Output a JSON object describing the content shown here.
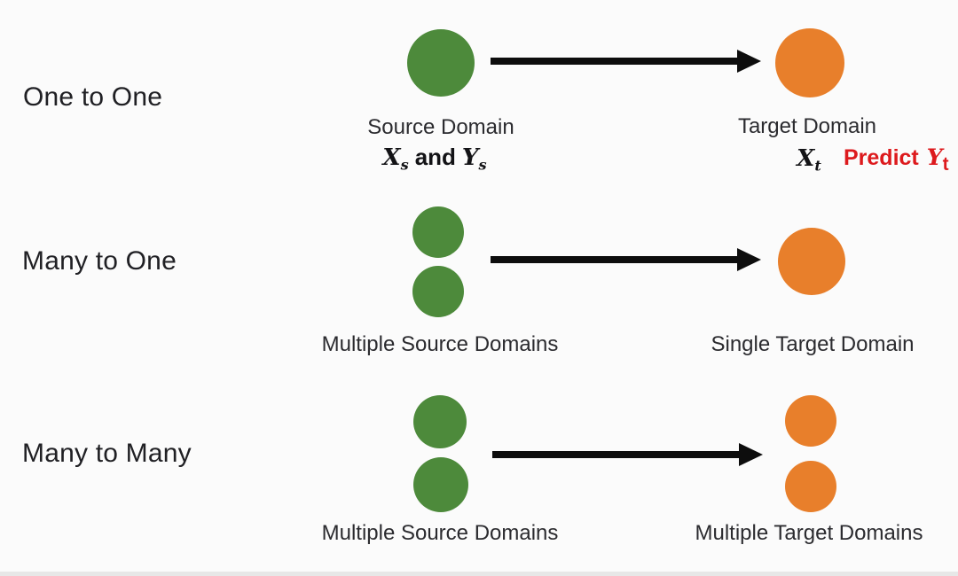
{
  "colors": {
    "source_green": "#4d8a3b",
    "target_orange": "#e87f2b",
    "accent_red": "#dd1a1d",
    "text": "#202024",
    "background": "#fbfbfb"
  },
  "rows": [
    {
      "row_label": "One to One",
      "source": {
        "label": "Source Domain",
        "circles": 1
      },
      "target": {
        "label": "Target Domain",
        "circles": 1
      },
      "source_formula": {
        "x_var": "X",
        "x_sub": "s",
        "conjunction": "and",
        "y_var": "Y",
        "y_sub": "s"
      },
      "target_formula": {
        "x_var": "X",
        "x_sub": "t"
      },
      "predict_label": {
        "text": "Predict",
        "y_var": "Y",
        "y_sub": "t"
      }
    },
    {
      "row_label": "Many to One",
      "source": {
        "label": "Multiple Source Domains",
        "circles": 2
      },
      "target": {
        "label": "Single Target Domain",
        "circles": 1
      }
    },
    {
      "row_label": "Many to Many",
      "source": {
        "label": "Multiple Source Domains",
        "circles": 2
      },
      "target": {
        "label": "Multiple Target Domains",
        "circles": 2
      }
    }
  ]
}
